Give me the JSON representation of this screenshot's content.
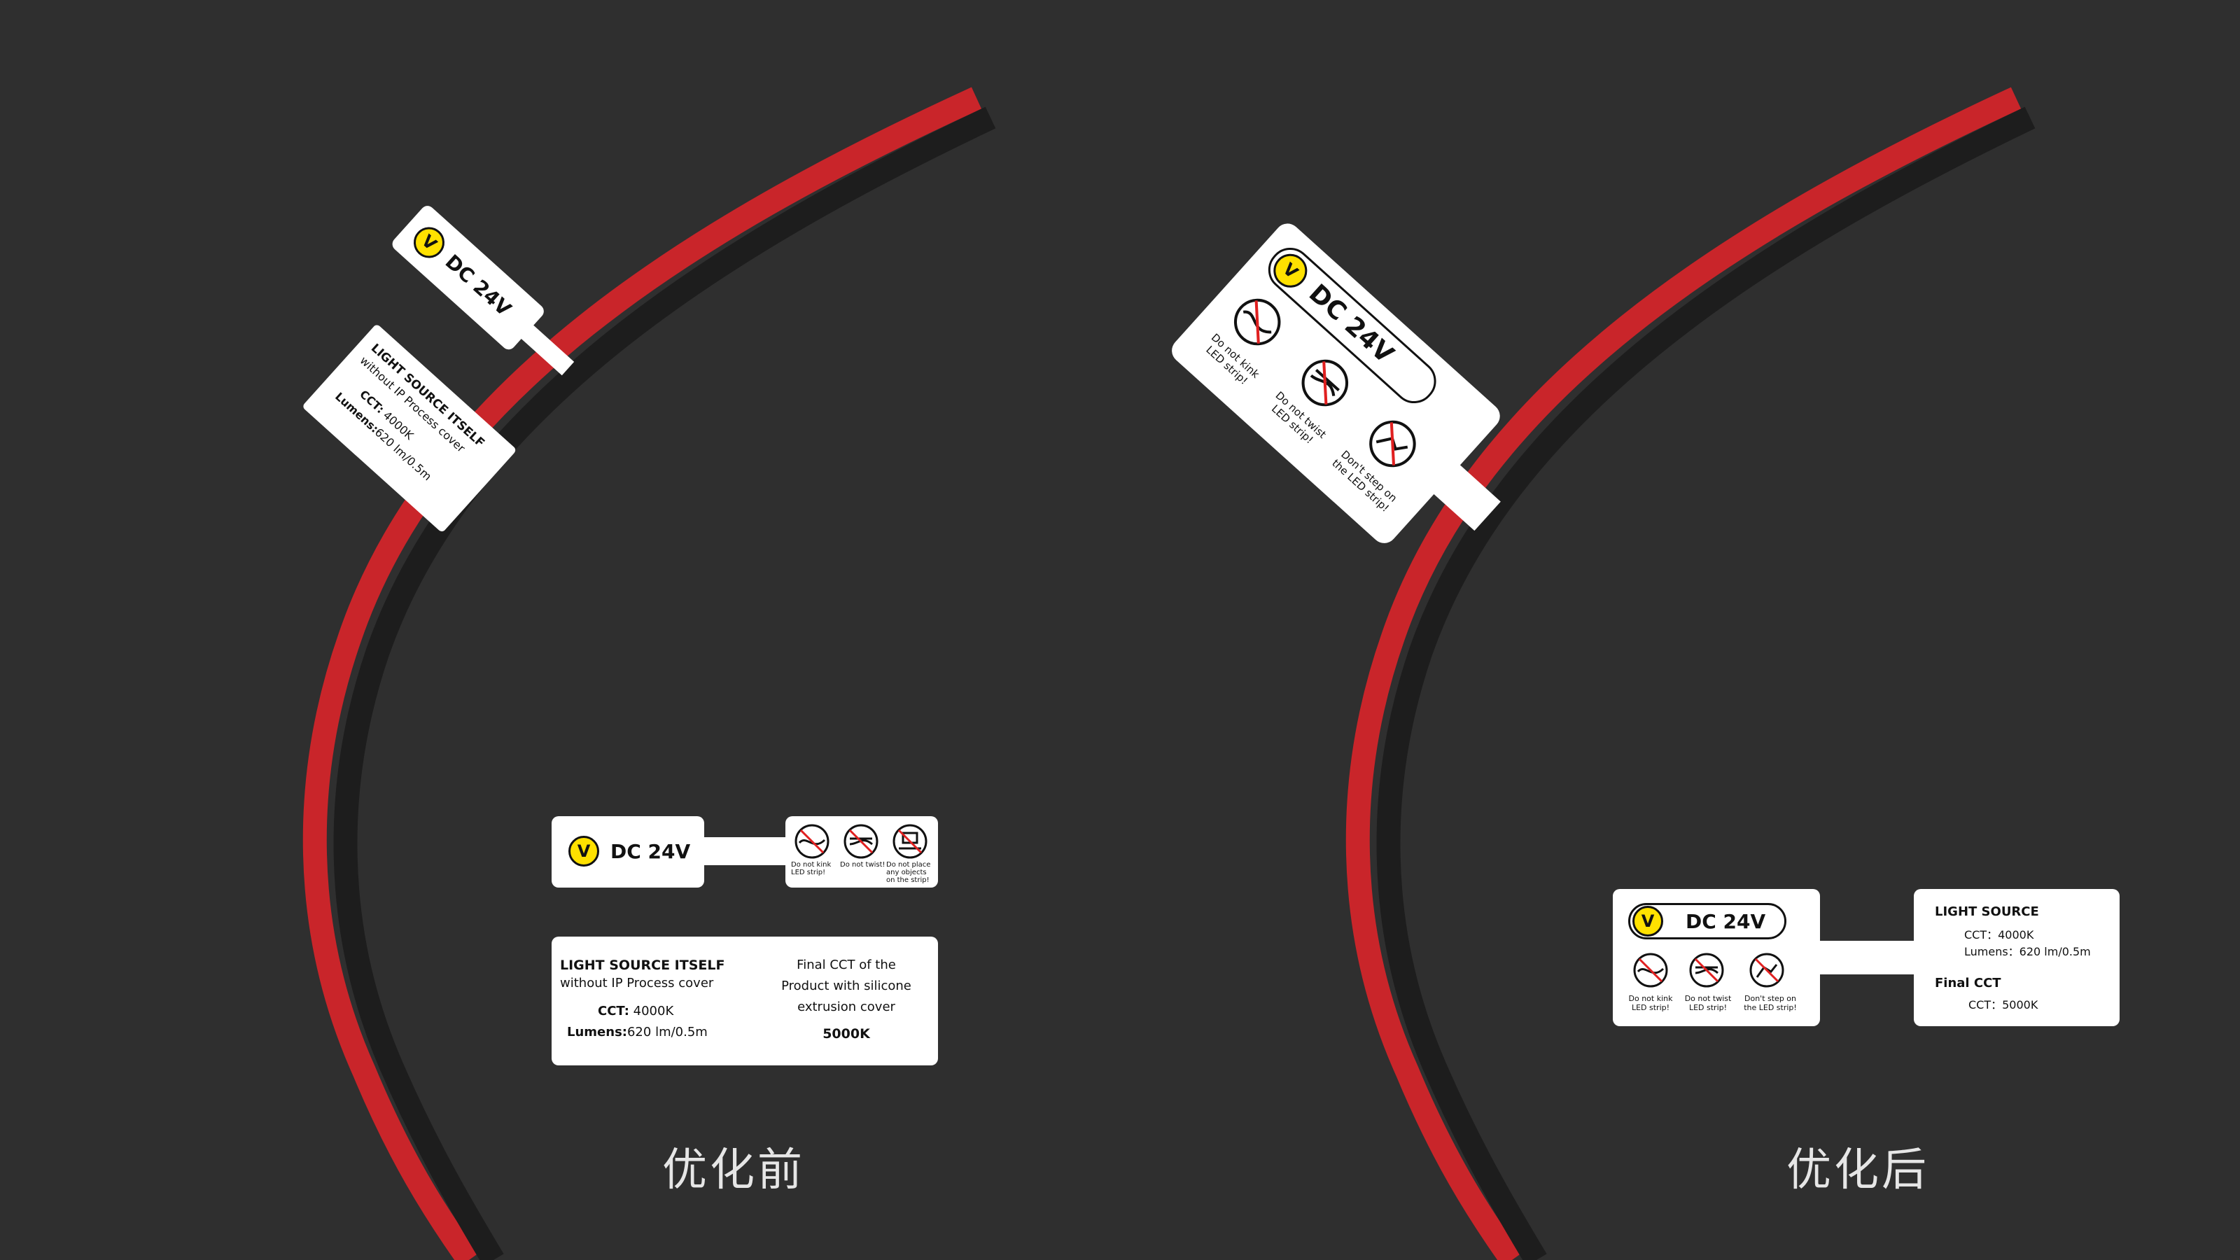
{
  "left": {
    "caption": "优化前",
    "tag_small": {
      "voltage_badge": "V",
      "voltage": "DC 24V"
    },
    "tag_angled": {
      "heading": "LIGHT SOURCE ITSELF",
      "subheading": "without IP Process cover",
      "cct_label": "CCT:",
      "cct_value": "4000K",
      "lumens_label": "Lumens:",
      "lumens_value": "620 lm/0.5m"
    },
    "flat_top": {
      "voltage_badge": "V",
      "voltage": "DC 24V",
      "warnings": [
        "Do not kink LED strip!",
        "Do not twist!",
        "Do not place any objects on the strip!"
      ]
    },
    "flat_bottom": {
      "heading": "LIGHT SOURCE ITSELF",
      "subheading": "without IP Process cover",
      "cct_label": "CCT:",
      "cct_value": "4000K",
      "lumens_label": "Lumens:",
      "lumens_value": "620 lm/0.5m",
      "final_line1": "Final CCT of the",
      "final_line2": "Product with silicone",
      "final_line3": "extrusion cover",
      "final_value": "5000K"
    }
  },
  "right": {
    "caption": "优化后",
    "tag_angled": {
      "voltage_badge": "V",
      "voltage": "DC 24V",
      "warnings": [
        "Do not kink LED strip!",
        "Do not twist LED strip!",
        "Don't step on the LED strip!"
      ]
    },
    "flat": {
      "voltage_badge": "V",
      "voltage": "DC 24V",
      "warnings": [
        "Do not kink LED strip!",
        "Do not twist LED strip!",
        "Don't step on the LED strip!"
      ],
      "light_source_heading": "LIGHT SOURCE",
      "cct_line": "CCT：4000K",
      "lumens_line": "Lumens：620 lm/0.5m",
      "final_heading": "Final CCT",
      "final_cct_line": "CCT：5000K"
    }
  },
  "colors": {
    "background": "#2f2f2f",
    "wire_red": "#d4262b",
    "wire_black": "#1c1c1c",
    "badge_yellow": "#ffe100",
    "warning_red": "#e02020"
  }
}
